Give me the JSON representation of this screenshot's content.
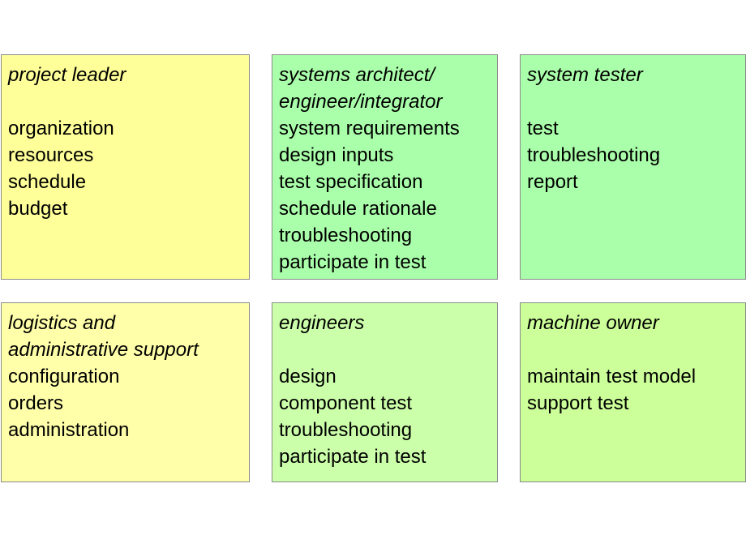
{
  "roles": [
    {
      "title": "project leader",
      "gap_after_title": true,
      "color": "#ffff99",
      "items": [
        "organization",
        "resources",
        "schedule",
        "budget"
      ]
    },
    {
      "title": "systems architect/\nengineer/integrator",
      "gap_after_title": false,
      "color": "#aaffaa",
      "items": [
        "system requirements",
        "design inputs",
        "test specification",
        "schedule rationale",
        "troubleshooting",
        "participate in test"
      ]
    },
    {
      "title": "system tester",
      "gap_after_title": true,
      "color": "#aaffaa",
      "items": [
        "test",
        "troubleshooting",
        "report"
      ]
    },
    {
      "title": "logistics and\nadministrative support",
      "gap_after_title": false,
      "color": "#ffffaa",
      "items": [
        "configuration",
        "orders",
        "administration"
      ]
    },
    {
      "title": "engineers",
      "gap_after_title": true,
      "color": "#ccffaa",
      "items": [
        "design",
        "component test",
        "troubleshooting",
        "participate in test"
      ]
    },
    {
      "title": "machine owner",
      "gap_after_title": true,
      "color": "#ccff99",
      "items": [
        "maintain test model",
        "support test"
      ]
    }
  ]
}
